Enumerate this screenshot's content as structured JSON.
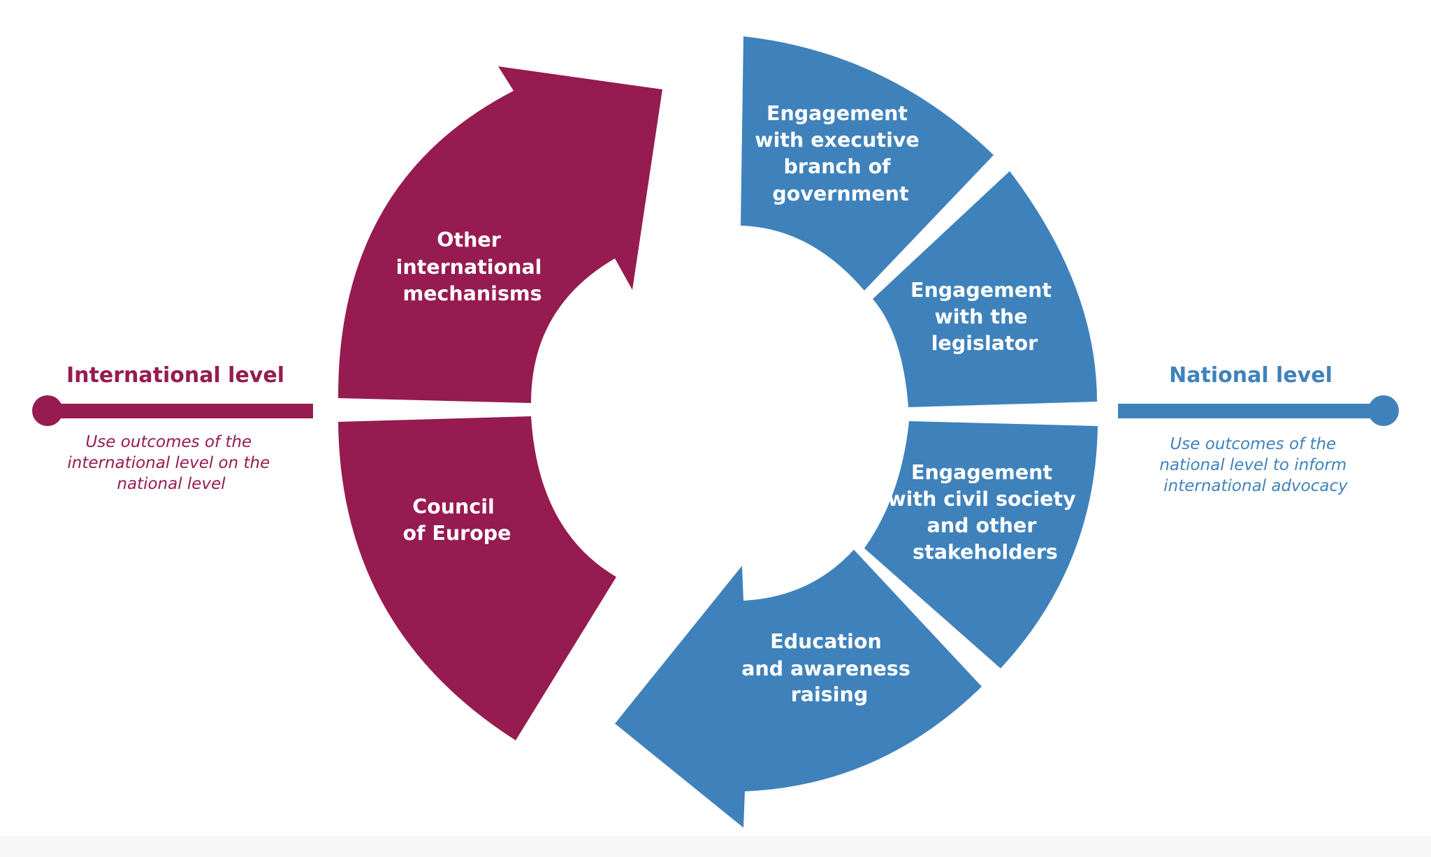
{
  "colors": {
    "international": "#961b50",
    "national": "#3f82bb",
    "background": "#ffffff"
  },
  "international": {
    "title": "International level",
    "description": [
      "Use outcomes of the",
      "international level on the",
      "national level"
    ],
    "segments": [
      {
        "id": "other-international-mechanisms",
        "lines": [
          "Other",
          "international",
          "mechanisms"
        ]
      },
      {
        "id": "council-of-europe",
        "lines": [
          "Council",
          "of Europe"
        ]
      }
    ]
  },
  "national": {
    "title": "National level",
    "description": [
      "Use outcomes of the",
      "national level to inform",
      "international advocacy"
    ],
    "segments": [
      {
        "id": "executive-branch",
        "lines": [
          "Engagement",
          "with executive",
          "branch of",
          "government"
        ]
      },
      {
        "id": "legislator",
        "lines": [
          "Engagement",
          "with the",
          "legislator"
        ]
      },
      {
        "id": "civil-society",
        "lines": [
          "Engagement",
          "with civil society",
          "and other",
          "stakeholders"
        ]
      },
      {
        "id": "education",
        "lines": [
          "Education",
          "and awareness",
          "raising"
        ]
      }
    ]
  }
}
